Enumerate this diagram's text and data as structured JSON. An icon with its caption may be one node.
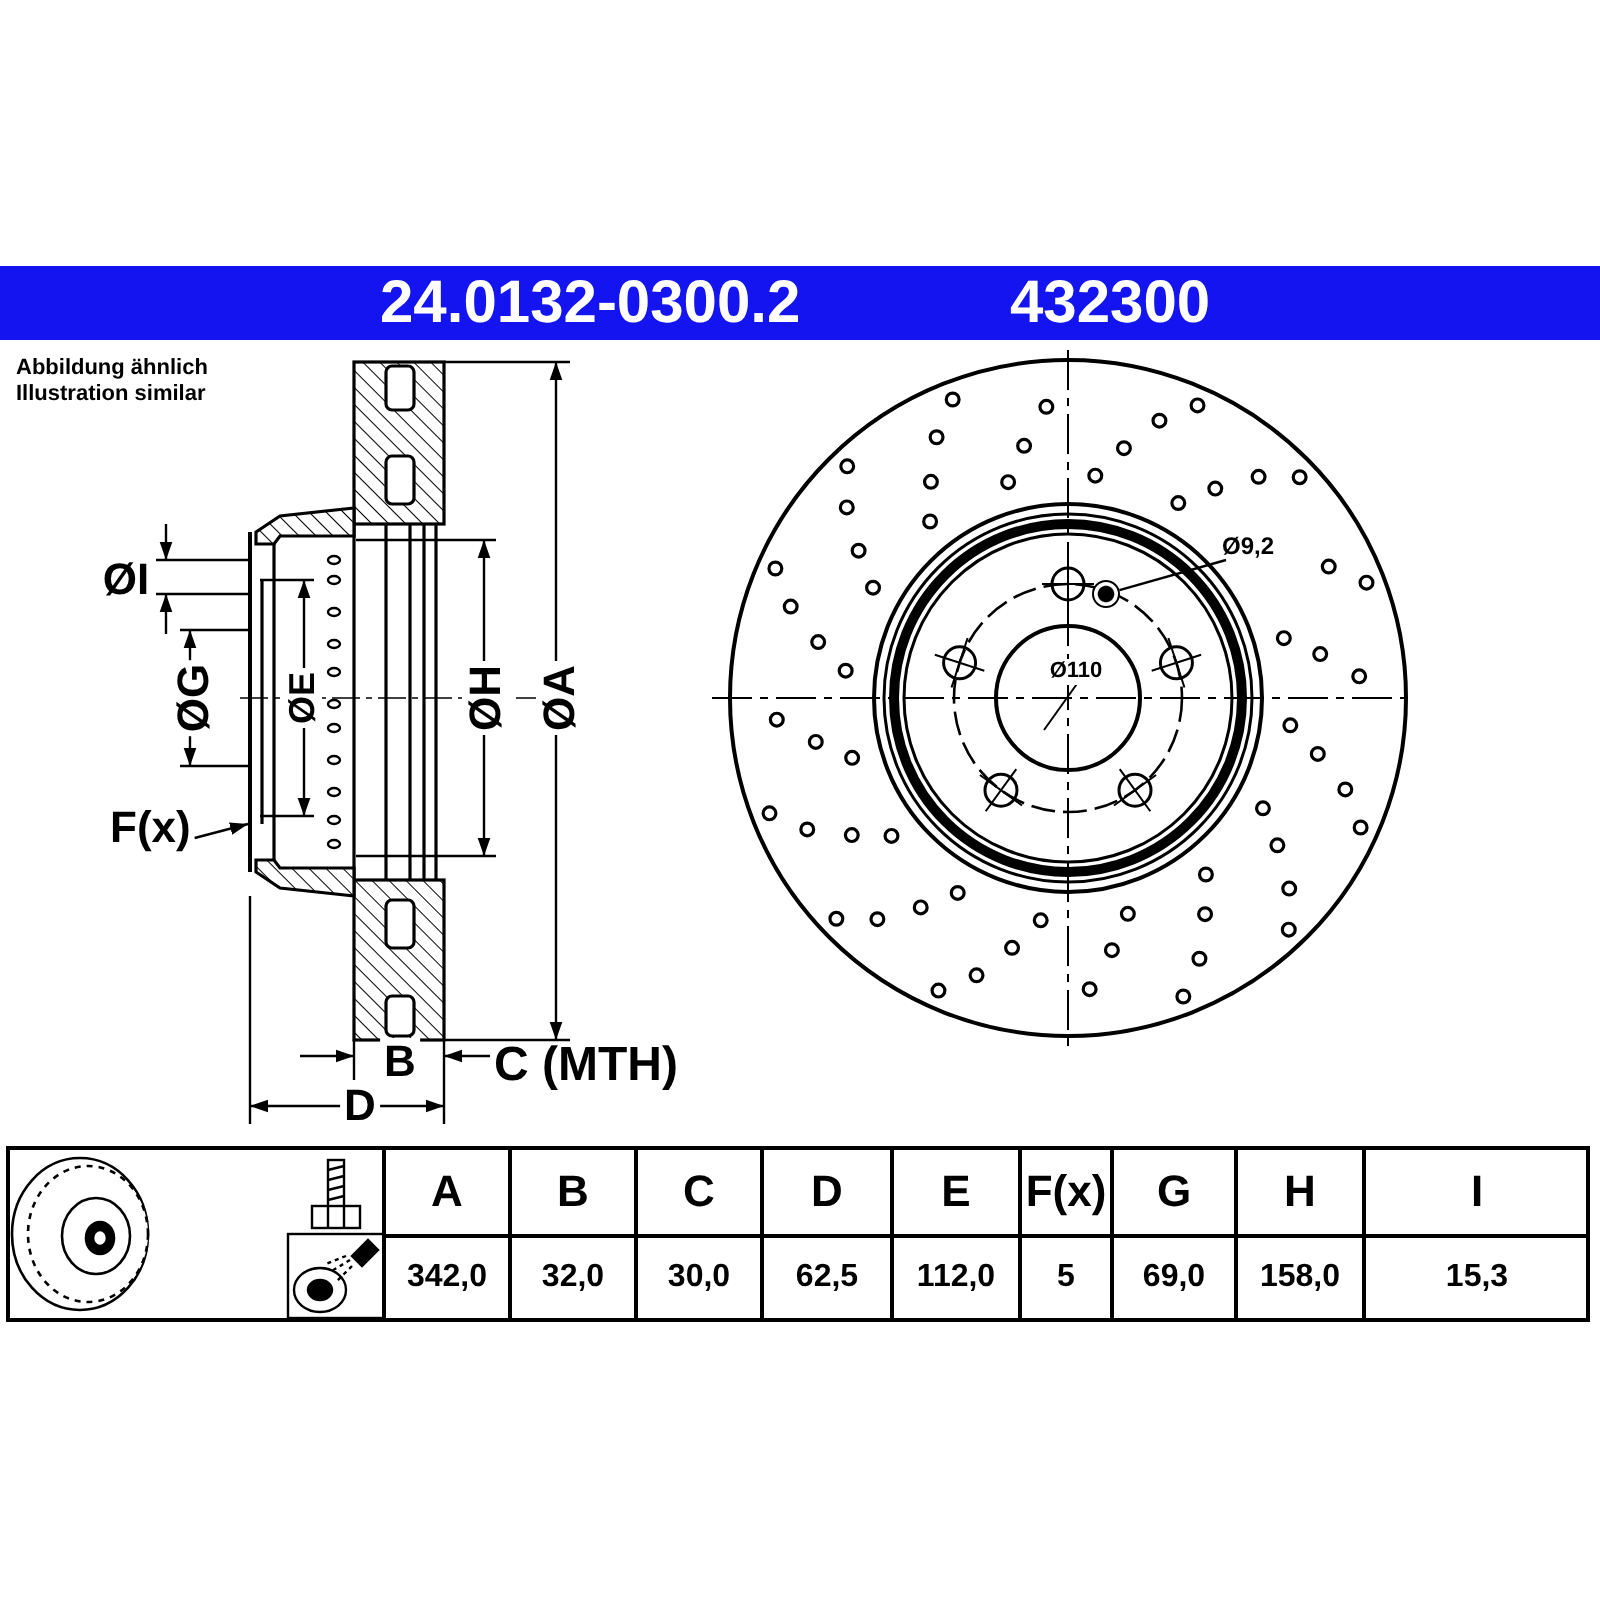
{
  "diagram": {
    "title": "24.0132-0300.2",
    "nodes": [
      {
        "text": [
          "Ø9,2"
        ]
      },
      {
        "text": [],
        "shape": "circle"
      },
      {
        "text": [
          "F(x)"
        ]
      }
    ],
    "edges": [
      {
        "from": 0,
        "to": 1,
        "arrow": "none"
      },
      {
        "from": 2,
        "to": null,
        "arrow": "to"
      }
    ],
    "labels": [
      "432300",
      "Abbildung ähnlich Illustration similar",
      "ØI",
      "ØG",
      "ØE",
      "ØH",
      "ØA",
      "B",
      "C (MTH)",
      "D",
      "Ø110",
      "A",
      "B",
      "C",
      "D",
      "E",
      "F(x)",
      "G",
      "H",
      "I",
      "342,0",
      "32,0",
      "30,0",
      "62,5",
      "112,0",
      "5",
      "69,0",
      "158,0",
      "15,3"
    ]
  }
}
